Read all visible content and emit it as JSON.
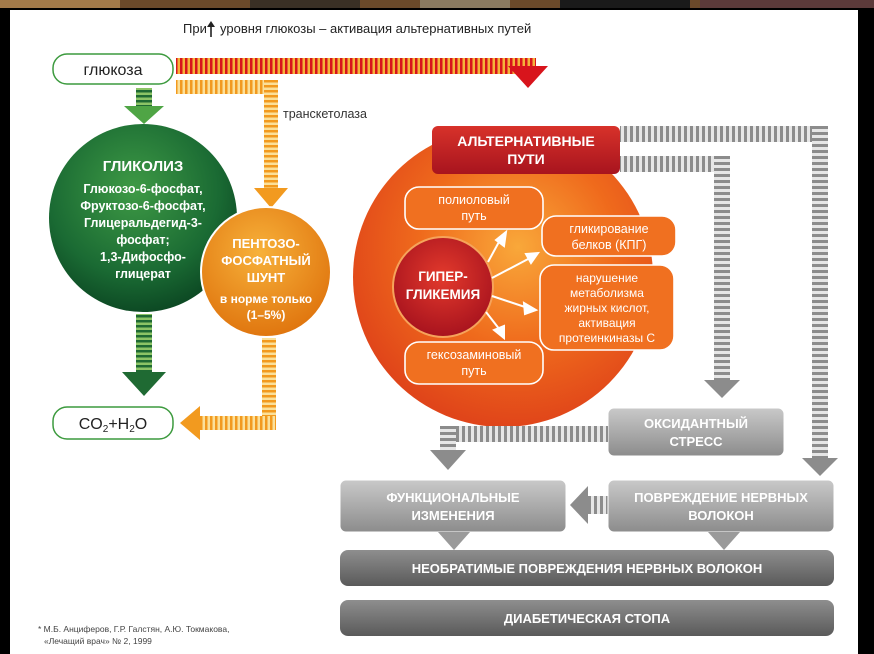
{
  "header": {
    "prefix": "При",
    "suffix": "уровня глюкозы – активация альтернативных путей"
  },
  "glucose": "глюкоза",
  "transketolase": "транскетолаза",
  "glycolysis": {
    "title": "ГЛИКОЛИЗ",
    "lines": [
      "Глюкозо-6-фосфат,",
      "Фруктозо-6-фосфат,",
      "Глицеральдегид-3-",
      "фосфат;",
      "1,3-Дифосфо-",
      "глицерат"
    ]
  },
  "pentose": {
    "lines": [
      "ПЕНТОЗО-",
      "ФОСФАТНЫЙ",
      "ШУНТ"
    ],
    "note": [
      "в норме только",
      "(1–5%)"
    ]
  },
  "co2": {
    "base": "CO",
    "sub1": "2",
    "mid": "+H",
    "sub2": "2",
    "end": "O"
  },
  "alt_paths": [
    "АЛЬТЕРНАТИВНЫЕ",
    "ПУТИ"
  ],
  "hyperglycemia": [
    "ГИПЕР-",
    "ГЛИКЕМИЯ"
  ],
  "polyol": [
    "полиоловый",
    "путь"
  ],
  "glycation": [
    "гликирование",
    "белков (КПГ)"
  ],
  "fatty": [
    "нарушение",
    "метаболизма",
    "жирных кислот,",
    "активация",
    "протеинкиназы С"
  ],
  "hexosamine": [
    "гексозаминовый",
    "путь"
  ],
  "oxidant": [
    "ОКСИДАНТНЫЙ",
    "СТРЕСС"
  ],
  "functional": [
    "ФУНКЦИОНАЛЬНЫЕ",
    "ИЗМЕНЕНИЯ"
  ],
  "damage": [
    "ПОВРЕЖДЕНИЕ НЕРВНЫХ",
    "ВОЛОКОН"
  ],
  "irreversible": "НЕОБРАТИМЫЕ ПОВРЕЖДЕНИЯ НЕРВНЫХ ВОЛОКОН",
  "foot": "ДИАБЕТИЧЕСКАЯ СТОПА",
  "citation": [
    "* М.Б. Анциферов, Г.Р. Галстян, А.Ю. Токмакова,",
    "«Лечащий врач» № 2, 1999"
  ],
  "colors": {
    "green_dark": "#0f5a2c",
    "green_light": "#3c9a3e",
    "orange": "#f08a1d",
    "red": "#c8102e",
    "gray": "#8a8a8a",
    "dark_gray": "#555555"
  }
}
